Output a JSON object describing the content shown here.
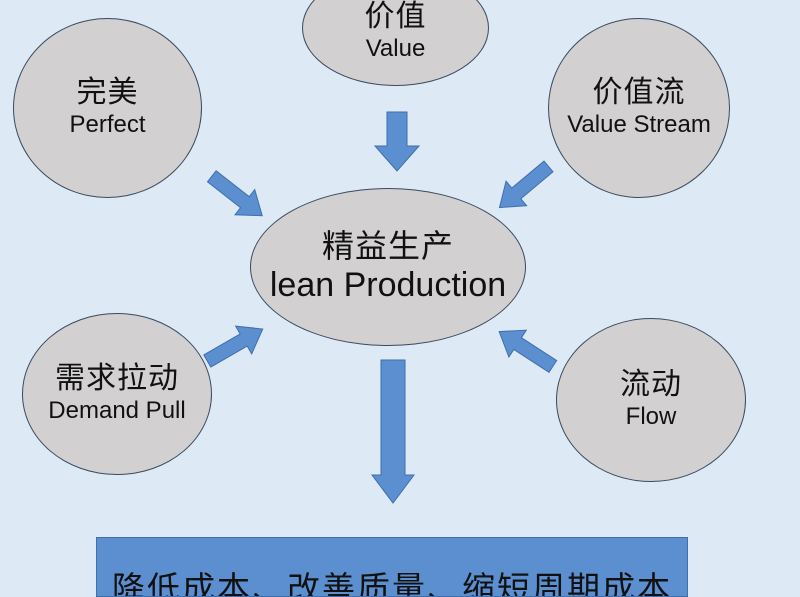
{
  "center": {
    "zh": "精益生产",
    "en": "lean Production"
  },
  "principles": [
    {
      "id": "value",
      "zh": "价值",
      "en": "Value"
    },
    {
      "id": "perfect",
      "zh": "完美",
      "en": "Perfect"
    },
    {
      "id": "value-stream",
      "zh": "价值流",
      "en": "Value Stream"
    },
    {
      "id": "demand-pull",
      "zh": "需求拉动",
      "en": "Demand Pull"
    },
    {
      "id": "flow",
      "zh": "流动",
      "en": "Flow"
    }
  ],
  "result": {
    "text": "降低成本、改善质量、缩短周期成本"
  },
  "colors": {
    "background": "#dde9f4",
    "node_fill": "#d2d0d1",
    "node_border": "#3a4a60",
    "arrow": "#5b8fd0",
    "result_box": "#5b8fd0"
  }
}
